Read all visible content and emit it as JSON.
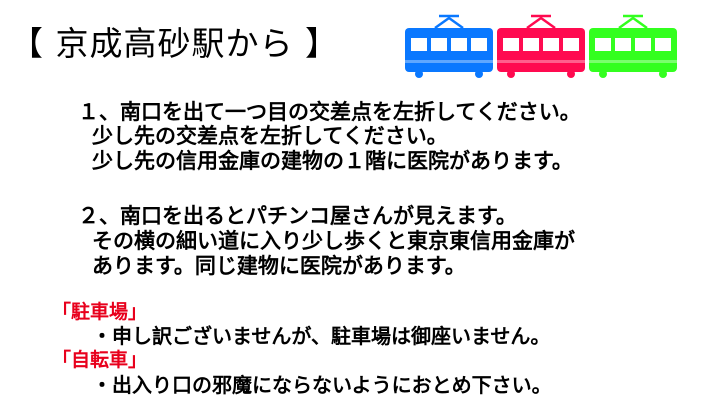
{
  "title": "【 京成高砂駅から 】",
  "trains": [
    {
      "color": "#0a78ff",
      "roof": "#0a78ff"
    },
    {
      "color": "#ff0a50",
      "roof": "#ff0a50"
    },
    {
      "color": "#33ff1f",
      "roof": "#33ff1f"
    }
  ],
  "route1": {
    "line1": "１、南口を出て一つ目の交差点を左折してください。",
    "line2": "少し先の交差点を左折してください。",
    "line3": "少し先の信用金庫の建物の１階に医院があります。"
  },
  "route2": {
    "line1": "２、南口を出るとパチンコ屋さんが見えます。",
    "line2": "その横の細い道に入り少し歩くと東京東信用金庫が",
    "line3": "あります。同じ建物に医院があります。"
  },
  "parking": {
    "label": "「駐車場」",
    "text": "・申し訳ございませんが、駐車場は御座いません。",
    "label_color": "#e8001c"
  },
  "bicycle": {
    "label": "「自転車」",
    "text": "・出入り口の邪魔にならないようにおとめ下さい。",
    "label_color": "#e8001c"
  }
}
